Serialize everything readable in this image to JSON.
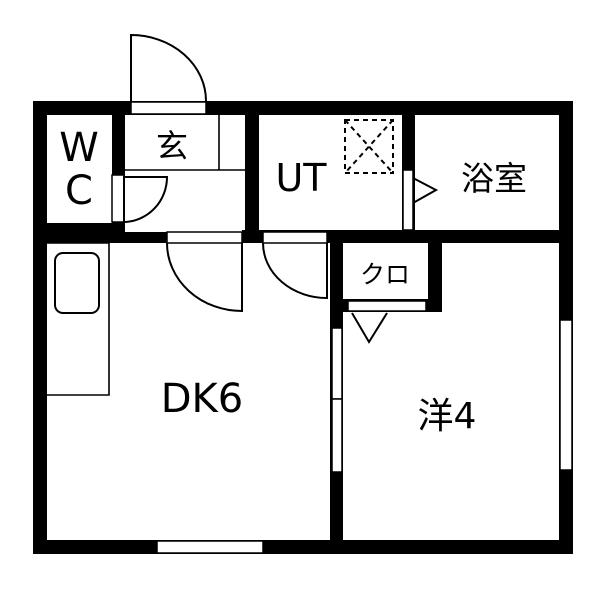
{
  "floorplan": {
    "colors": {
      "wall": "#000000",
      "background": "#ffffff"
    },
    "rooms": {
      "wc": {
        "label_top": "W",
        "label_bottom": "C"
      },
      "entrance": {
        "label": "玄"
      },
      "utility": {
        "label": "UT"
      },
      "bath": {
        "label": "浴室"
      },
      "closet": {
        "label": "クロ"
      },
      "dining_kitchen": {
        "label": "DK6"
      },
      "western_room": {
        "label": "洋4"
      }
    },
    "fixtures": {
      "washer_space": "washing-machine-space-icon",
      "kitchen_sink": "sink-icon",
      "kitchen_counter": "counter"
    }
  }
}
